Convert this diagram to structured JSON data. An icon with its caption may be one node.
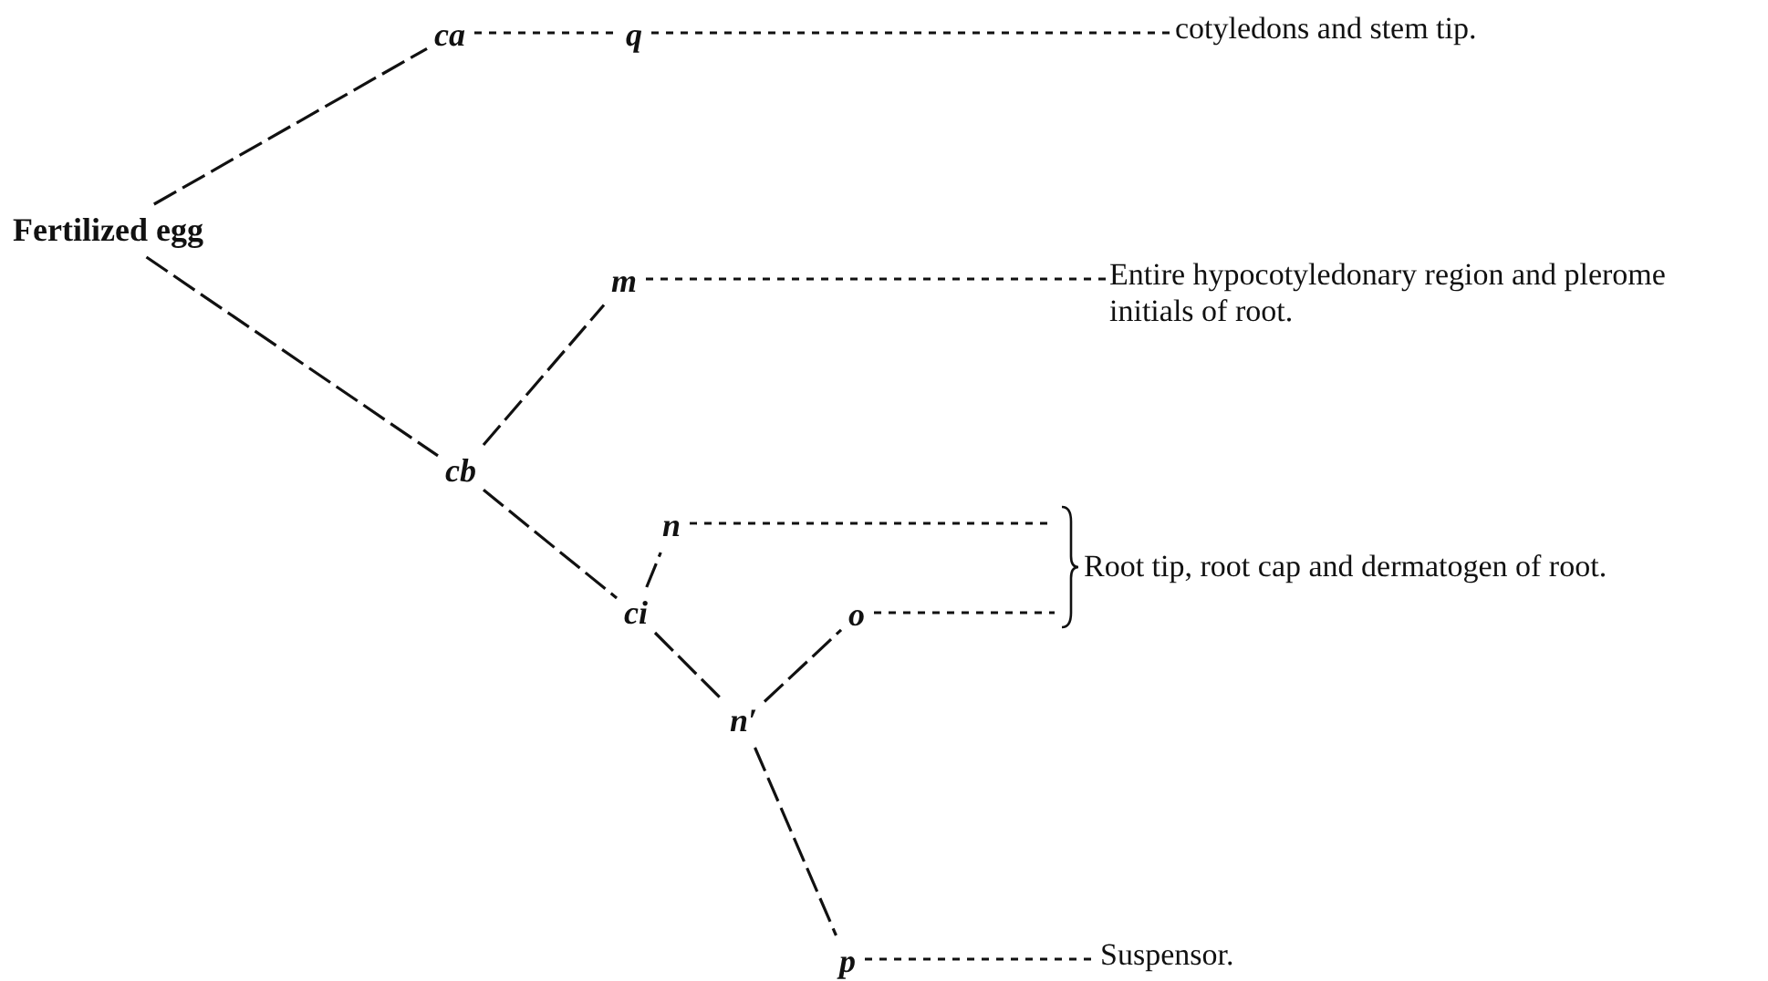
{
  "diagram": {
    "nodes": [
      {
        "text": [
          "Fertilized egg"
        ]
      },
      {
        "text": [
          "ca"
        ]
      },
      {
        "text": [
          "q"
        ]
      },
      {
        "text": [
          "cotyledons and stem tip."
        ]
      },
      {
        "text": [
          "m"
        ]
      },
      {
        "text": [
          "Entire hypocotyledonary region and plerome initials of root."
        ]
      },
      {
        "text": [
          "cb"
        ]
      },
      {
        "text": [
          "n"
        ]
      },
      {
        "text": [
          "ci"
        ]
      },
      {
        "text": [
          "o"
        ]
      },
      {
        "text": [
          "Root tip, root cap and dermatogen of root."
        ]
      },
      {
        "text": [
          "n′"
        ]
      },
      {
        "text": [
          "p"
        ]
      },
      {
        "text": [
          "Suspensor."
        ]
      }
    ],
    "edges": [
      {
        "from": 0,
        "to": 1,
        "arrow": "none"
      },
      {
        "from": 1,
        "to": 2,
        "arrow": "none",
        "style": "dashed"
      },
      {
        "from": 2,
        "to": 3,
        "arrow": "none",
        "style": "dashed"
      },
      {
        "from": 0,
        "to": 6,
        "arrow": "none"
      },
      {
        "from": 6,
        "to": 4,
        "arrow": "none"
      },
      {
        "from": 4,
        "to": 5,
        "arrow": "none",
        "style": "dashed"
      },
      {
        "from": 6,
        "to": 8,
        "arrow": "none"
      },
      {
        "from": 8,
        "to": 7,
        "arrow": "none"
      },
      {
        "from": 7,
        "to": 10,
        "arrow": "none",
        "style": "dashed"
      },
      {
        "from": 9,
        "to": 10,
        "arrow": "none",
        "style": "dashed"
      },
      {
        "from": 8,
        "to": 11,
        "arrow": "none"
      },
      {
        "from": 11,
        "to": 9,
        "arrow": "none"
      },
      {
        "from": 11,
        "to": 12,
        "arrow": "none"
      },
      {
        "from": 12,
        "to": 13,
        "arrow": "none",
        "style": "dashed"
      }
    ]
  }
}
